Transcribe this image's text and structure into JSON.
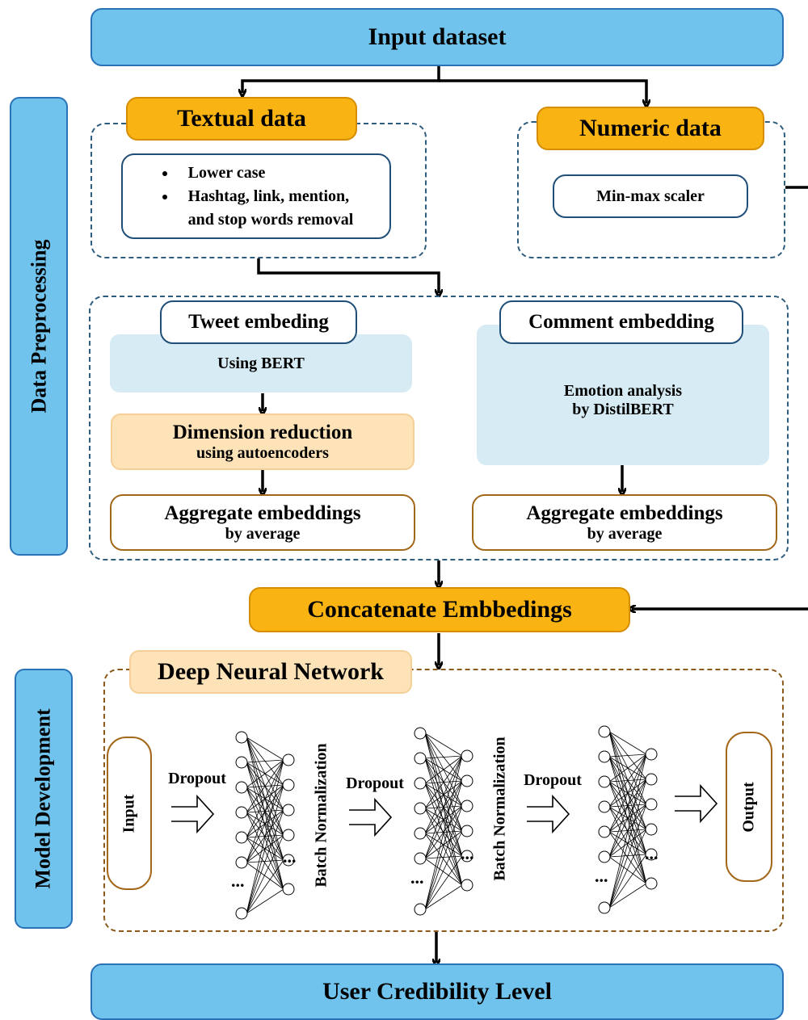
{
  "input_dataset": "Input dataset",
  "side_labels": {
    "preprocessing": "Data Preprocessing",
    "model": "Model Development"
  },
  "textual": {
    "title": "Textual data",
    "items": [
      "Lower case",
      "Hashtag, link, mention,",
      "and stop words removal"
    ]
  },
  "numeric": {
    "title": "Numeric data",
    "scaler": "Min-max scaler"
  },
  "tweet": {
    "title": "Tweet embeding",
    "bert": "Using BERT",
    "dim_title": "Dimension reduction",
    "dim_sub": "using autoencoders",
    "agg_title": "Aggregate embeddings",
    "agg_sub": "by average"
  },
  "comment": {
    "title": "Comment embedding",
    "emotion_1": "Emotion analysis",
    "emotion_2": "by DistilBERT",
    "agg_title": "Aggregate embeddings",
    "agg_sub": "by average"
  },
  "concat": "Concatenate Embbedings",
  "dnn": {
    "title": "Deep Neural Network",
    "input": "Input",
    "output": "Output",
    "dropout": "Dropout",
    "batchnorm": "Batch Normalization",
    "ellipsis": "..."
  },
  "result": "User Credibility Level"
}
